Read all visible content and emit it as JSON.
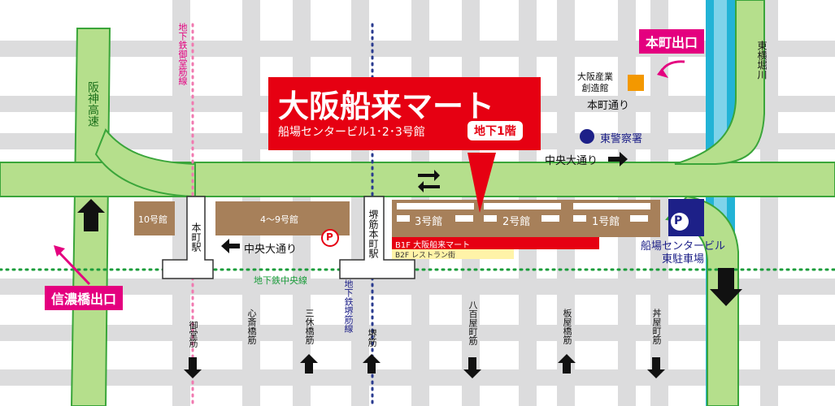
{
  "title": {
    "main": "大阪船来マート",
    "sub": "船場センタービル1･2･3号館",
    "floor_badge": "地下1階",
    "color": "#e60012"
  },
  "exits": {
    "honmachi": "本町出口",
    "shinanobashi": "信濃橋出口",
    "color": "#e4007f"
  },
  "landmarks": {
    "sangyo": "大阪産業\n創造館",
    "police": "東警察署",
    "parking_east": "船場センタービル\n東駐車場"
  },
  "streets": {
    "chuo_odori_top": "中央大通り",
    "chuo_odori_bottom": "中央大通り",
    "honmachi_dori": "本町通り",
    "hanshin": "阪神高速",
    "higashi_yokobori": "東横堀川",
    "midosuji_line": "地下鉄御堂筋線",
    "sakaisuji_line": "地下鉄堺筋線",
    "chuo_line": "地下鉄中央線",
    "midosuji": "御堂筋",
    "shinsaibashi": "心斎橋筋",
    "sankyubashi": "三休橋筋",
    "sakaisuji": "堺筋",
    "hachiman": "八百屋町筋",
    "itayabashi": "板屋橋筋",
    "takayamachi": "丼屋町筋"
  },
  "stations": {
    "honmachi": "本町駅",
    "sakaisuji_honmachi": "堺筋本町駅"
  },
  "buildings": {
    "b10": "10号館",
    "b4_9": "4〜9号館",
    "b3": "3号館",
    "b2": "2号館",
    "b1": "1号館"
  },
  "floors": {
    "b1f": "B1F 大阪船来マート",
    "b2f": "B2F レストラン街"
  },
  "parking_symbol": "P",
  "colors": {
    "road": "#dcdcdd",
    "highway": "#b5df8c",
    "highway_edge": "#3aa53a",
    "building": "#a7805a",
    "river": "#22b3d6",
    "police": "#1d2088",
    "parking": "#1d2088",
    "sangyo": "#f39800",
    "floor_b2f": "#fff3a8",
    "chuo_line": "#1a9c3a",
    "midosuji_line": "#f07ab0",
    "sakaisuji_line": "#2a3b8f"
  }
}
